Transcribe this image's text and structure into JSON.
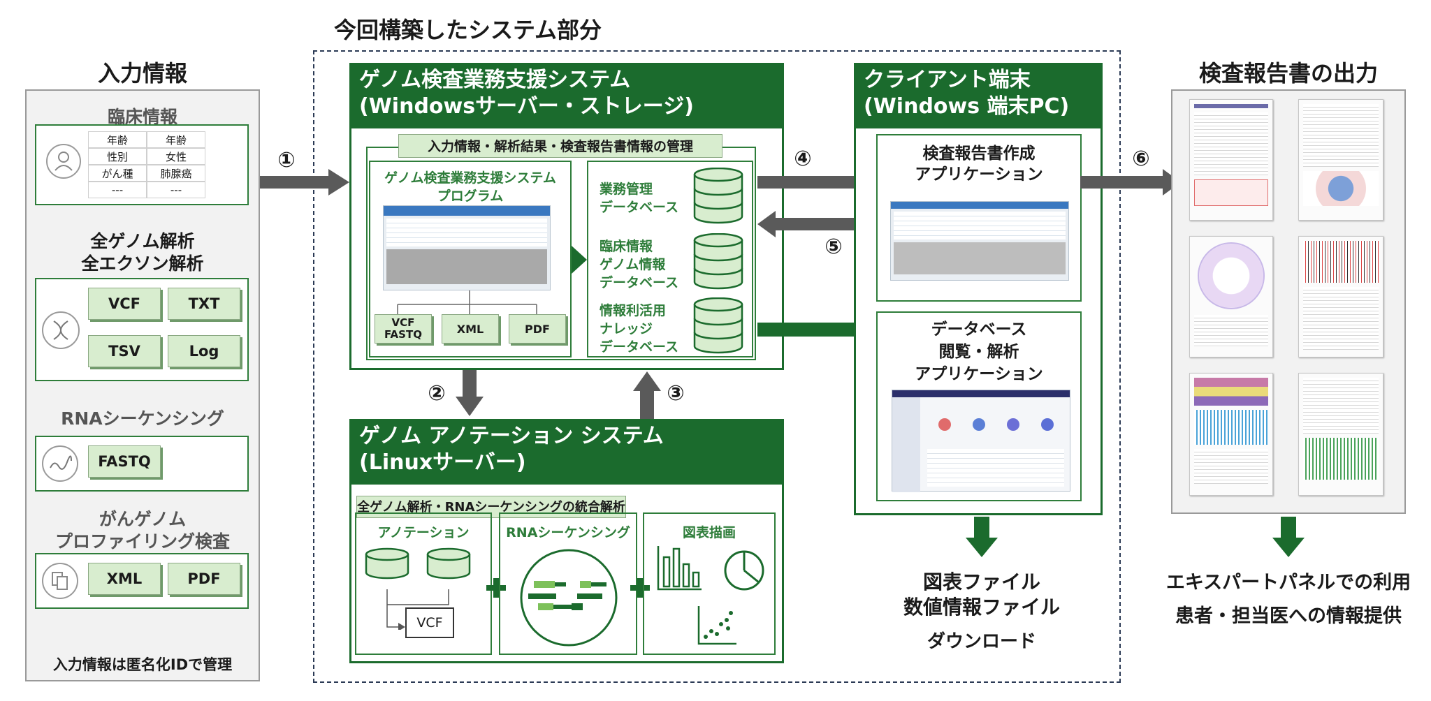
{
  "system_scope_title": "今回構築したシステム部分",
  "input": {
    "title": "入力情報",
    "clinical": {
      "title": "臨床情報",
      "rows": [
        [
          "年齢",
          "年齢"
        ],
        [
          "性別",
          "女性"
        ],
        [
          "がん種",
          "肺腺癌"
        ],
        [
          "---",
          "---"
        ]
      ]
    },
    "wgs": {
      "title_line1": "全ゲノム解析",
      "title_line2": "全エクソン解析",
      "files": [
        "VCF",
        "TXT",
        "TSV",
        "Log"
      ]
    },
    "rna": {
      "title": "RNAシーケンシング",
      "files": [
        "FASTQ"
      ]
    },
    "panel": {
      "title_line1": "がんゲノム",
      "title_line2": "プロファイリング検査",
      "files": [
        "XML",
        "PDF"
      ]
    },
    "footer": "入力情報は匿名化IDで管理"
  },
  "steps": [
    "①",
    "②",
    "③",
    "④",
    "⑤",
    "⑥"
  ],
  "support_system": {
    "title_line1": "ゲノム検査業務支援システム",
    "title_line2": "(Windowsサーバー・ストレージ)",
    "mgmt_label": "入力情報・解析結果・検査報告書情報の管理",
    "program_line1": "ゲノム検査業務支援システム",
    "program_line2": "プログラム",
    "files": [
      "VCF\nFASTQ",
      "XML",
      "PDF"
    ],
    "db1": [
      "業務管理",
      "データベース"
    ],
    "db2": [
      "臨床情報",
      "ゲノム情報",
      "データベース"
    ],
    "db3": [
      "情報利活用",
      "ナレッジ",
      "データベース"
    ]
  },
  "annotation_system": {
    "title_line1": "ゲノム アノテーション システム",
    "title_line2": "(Linuxサーバー)",
    "integration_label": "全ゲノム解析・RNAシーケンシングの統合解析",
    "annotation": "アノテーション",
    "rnaseq": "RNAシーケンシング",
    "charts": "図表描画",
    "vcf": "VCF"
  },
  "client": {
    "title_line1": "クライアント端末",
    "title_line2": "(Windows 端末PC)",
    "app1_line1": "検査報告書作成",
    "app1_line2": "アプリケーション",
    "app2_line1": "データベース",
    "app2_line2": "閲覧・解析",
    "app2_line3": "アプリケーション",
    "download_line1": "図表ファイル",
    "download_line2": "数値情報ファイル",
    "download_line3": "ダウンロード"
  },
  "output": {
    "title": "検査報告書の出力",
    "line1": "エキスパートパネルでの利用",
    "line2": "患者・担当医への情報提供"
  },
  "colors": {
    "dark_green": "#1b6b2d",
    "light_green": "#d8edcf",
    "grey_arrow": "#5a5a5a"
  }
}
